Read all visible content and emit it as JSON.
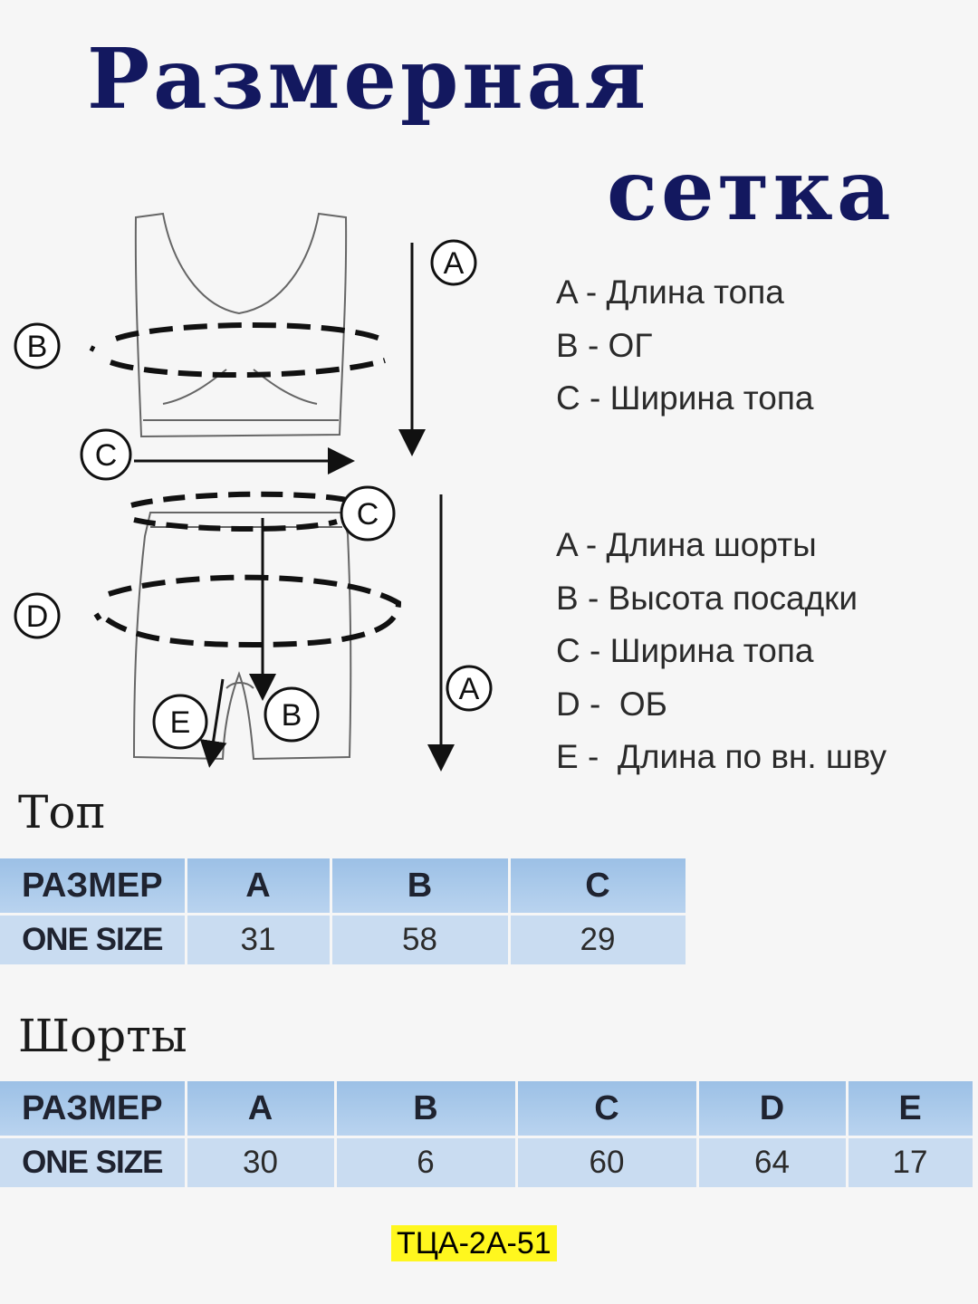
{
  "title": {
    "line1": "Размерная",
    "line2": "сетка"
  },
  "diagram": {
    "top_markers": [
      "A",
      "B",
      "C"
    ],
    "shorts_markers": [
      "A",
      "B",
      "C",
      "D",
      "E"
    ]
  },
  "legend_top": [
    "A - Длина топа",
    "B - ОГ",
    "C - Ширина топа"
  ],
  "legend_shorts": [
    "A - Длина шорты",
    "B - Высота посадки",
    "C - Ширина топа",
    "D -  ОБ",
    "E -  Длина по вн. шву"
  ],
  "top_section": {
    "title": "Топ",
    "headers": [
      "РАЗМЕР",
      "A",
      "B",
      "C"
    ],
    "rows": [
      [
        "ONE SIZE",
        "31",
        "58",
        "29"
      ]
    ]
  },
  "shorts_section": {
    "title": "Шорты",
    "headers": [
      "РАЗМЕР",
      "A",
      "B",
      "C",
      "D",
      "E"
    ],
    "rows": [
      [
        "ONE SIZE",
        "30",
        "6",
        "60",
        "64",
        "17"
      ]
    ]
  },
  "product_code": "ТЦА-2А-51",
  "colors": {
    "title": "#13185f",
    "table_header": "#a9c9ea",
    "table_row": "#c9dcf1",
    "code_highlight": "#fff71e"
  }
}
